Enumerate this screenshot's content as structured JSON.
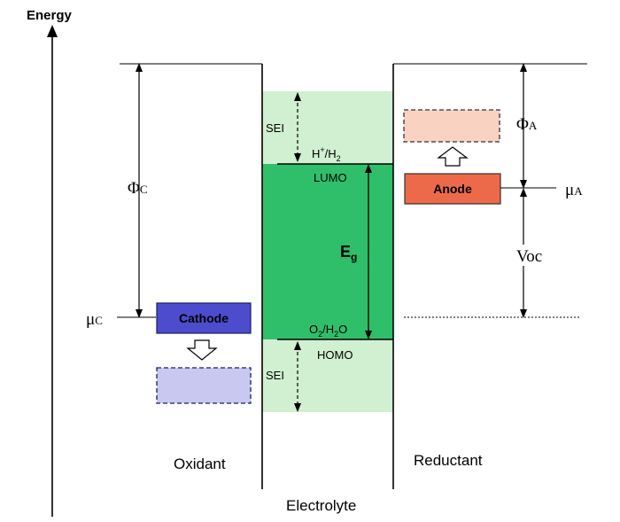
{
  "axis": {
    "label": "Energy"
  },
  "regions": {
    "oxidant": "Oxidant",
    "electrolyte": "Electrolyte",
    "reductant": "Reductant"
  },
  "electrodes": {
    "cathode": "Cathode",
    "anode": "Anode"
  },
  "levels": {
    "mu_c_main": "μ",
    "mu_c_sub": "C",
    "mu_a_main": "μ",
    "mu_a_sub": "A",
    "phi_c_main": "Φ",
    "phi_c_sub": "C",
    "phi_a_main": "Φ",
    "phi_a_sub": "A",
    "voc": "Voc"
  },
  "electrolyte": {
    "lumo": "LUMO",
    "homo": "HOMO",
    "gap_main": "E",
    "gap_sub": "g",
    "sei_top": "SEI",
    "sei_bottom": "SEI",
    "h_main": "H",
    "h_sup": "+",
    "h_rest": "/H",
    "h_sub": "2",
    "o_main": "O",
    "o_sub1": "2",
    "o_mid": "/H",
    "o_sub2": "2",
    "o_end": "O"
  },
  "colors": {
    "electrolyte_window": "#2fbf6a",
    "sei_region": "#c9ecc9",
    "cathode": "#4c4ccc",
    "cathode_ghost": "#c8c8f0",
    "anode": "#ec6a4a",
    "anode_ghost": "#f9d2c2"
  }
}
